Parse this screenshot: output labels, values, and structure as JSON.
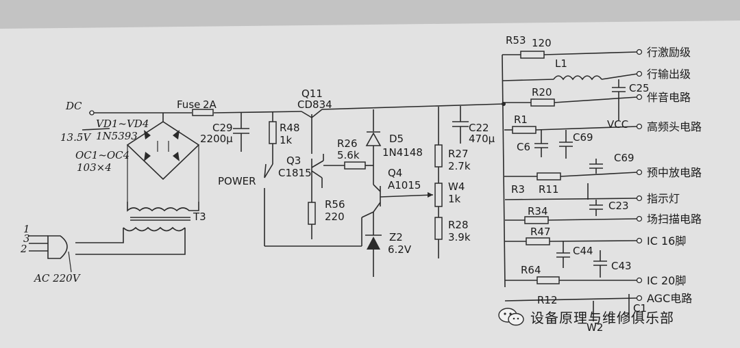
{
  "dc": "DC",
  "fuse": "Fuse",
  "fuse_value": "2A",
  "vd_name": "VD1~VD4",
  "vd_type": "1N5393",
  "v135": "13.5V",
  "oc_name": "OC1~OC4",
  "oc_type": "103×4",
  "c29": "C29",
  "c29_value": "2200μ",
  "transformer": "T3",
  "pins": [
    "1",
    "3",
    "2"
  ],
  "ac": "AC 220V",
  "power": "POWER",
  "r48": "R48",
  "r48_value": "1k",
  "q11": "Q11",
  "q11_type": "CD834",
  "q3": "Q3",
  "q3_type": "C1815",
  "r26": "R26",
  "r26_value": "5.6k",
  "d5": "D5",
  "d5_type": "1N4148",
  "q4": "Q4",
  "q4_type": "A1015",
  "r56": "R56",
  "r56_value": "220",
  "z2": "Z2",
  "z2_value": "6.2V",
  "r27": "R27",
  "r27_value": "2.7k",
  "w4": "W4",
  "w4_value": "1k",
  "r28": "R28",
  "r28_value": "3.9k",
  "c22": "C22",
  "c22_value": "470μ",
  "r53": "R53",
  "r53_value": "120",
  "l1": "L1",
  "r20": "R20",
  "c25": "C25",
  "vcc": "VCC",
  "r1": "R1",
  "c6": "C6",
  "c69": "C69",
  "r3": "R3",
  "r11": "R11",
  "c23": "C23",
  "r34": "R34",
  "r47": "R47",
  "c44": "C44",
  "c43": "C43",
  "r64": "R64",
  "r12": "R12",
  "w2": "W2",
  "c_partial": "C1",
  "outputs": [
    "行激励级",
    "行输出级",
    "伴音电路",
    "高频头电路",
    "预中放电路",
    "指示灯",
    "场扫描电路",
    "IC 16脚",
    "IC 20脚",
    "AGC电路"
  ],
  "watermark": "设备原理与维修俱乐部"
}
